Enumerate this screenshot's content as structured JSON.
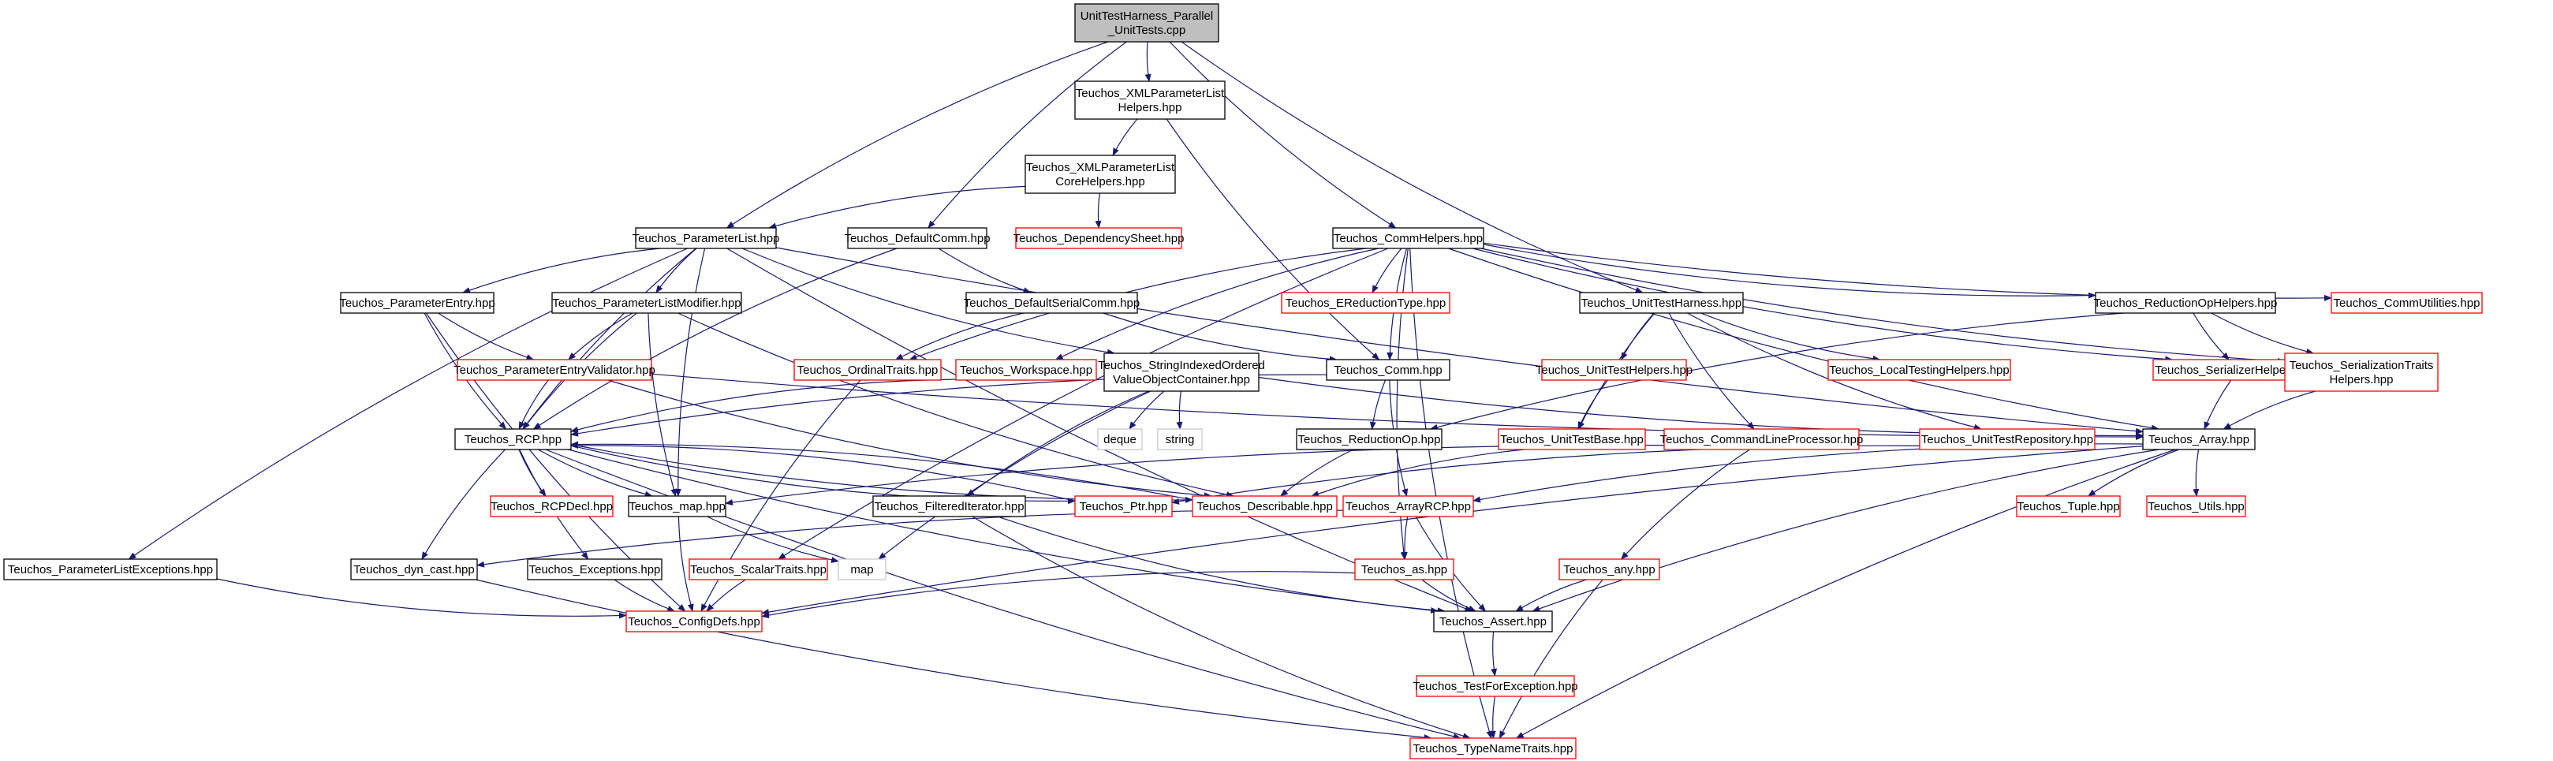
{
  "diagram": {
    "colors": {
      "edge": "#191970",
      "black_border": "#000000",
      "red_border": "#ff0000",
      "grey_border": "#c8c8c8",
      "root_fill": "#bfbfbf",
      "fill": "#ffffff"
    },
    "nodes": [
      {
        "id": "root",
        "lines": [
          "UnitTestHarness_Parallel",
          "_UnitTests.cpp"
        ],
        "style": "root"
      },
      {
        "id": "xmlhelpers",
        "lines": [
          "Teuchos_XMLParameterList",
          "Helpers.hpp"
        ],
        "style": "black"
      },
      {
        "id": "xmlcore",
        "lines": [
          "Teuchos_XMLParameterList",
          "CoreHelpers.hpp"
        ],
        "style": "black"
      },
      {
        "id": "depsheet",
        "lines": [
          "Teuchos_DependencySheet.hpp"
        ],
        "style": "red"
      },
      {
        "id": "paramlist",
        "lines": [
          "Teuchos_ParameterList.hpp"
        ],
        "style": "black"
      },
      {
        "id": "defaultcomm",
        "lines": [
          "Teuchos_DefaultComm.hpp"
        ],
        "style": "black"
      },
      {
        "id": "commhelpers",
        "lines": [
          "Teuchos_CommHelpers.hpp"
        ],
        "style": "black"
      },
      {
        "id": "unittestharness",
        "lines": [
          "Teuchos_UnitTestHarness.hpp"
        ],
        "style": "black"
      },
      {
        "id": "reductionophelpers",
        "lines": [
          "Teuchos_ReductionOpHelpers.hpp"
        ],
        "style": "black"
      },
      {
        "id": "commutilities",
        "lines": [
          "Teuchos_CommUtilities.hpp"
        ],
        "style": "red"
      },
      {
        "id": "paramentry",
        "lines": [
          "Teuchos_ParameterEntry.hpp"
        ],
        "style": "black"
      },
      {
        "id": "plmodifier",
        "lines": [
          "Teuchos_ParameterListModifier.hpp"
        ],
        "style": "black"
      },
      {
        "id": "defaultserialcomm",
        "lines": [
          "Teuchos_DefaultSerialComm.hpp"
        ],
        "style": "black"
      },
      {
        "id": "ereduction",
        "lines": [
          "Teuchos_EReductionType.hpp"
        ],
        "style": "red"
      },
      {
        "id": "pev",
        "lines": [
          "Teuchos_ParameterEntryValidator.hpp"
        ],
        "style": "red"
      },
      {
        "id": "ordinaltraits",
        "lines": [
          "Teuchos_OrdinalTraits.hpp"
        ],
        "style": "red"
      },
      {
        "id": "workspace",
        "lines": [
          "Teuchos_Workspace.hpp"
        ],
        "style": "red"
      },
      {
        "id": "stringindexed",
        "lines": [
          "Teuchos_StringIndexedOrdered",
          "ValueObjectContainer.hpp"
        ],
        "style": "black"
      },
      {
        "id": "comm",
        "lines": [
          "Teuchos_Comm.hpp"
        ],
        "style": "black"
      },
      {
        "id": "unittesthelpers",
        "lines": [
          "Teuchos_UnitTestHelpers.hpp"
        ],
        "style": "red"
      },
      {
        "id": "localtesting",
        "lines": [
          "Teuchos_LocalTestingHelpers.hpp"
        ],
        "style": "red"
      },
      {
        "id": "serializerhelpers",
        "lines": [
          "Teuchos_SerializerHelpers.hpp"
        ],
        "style": "red"
      },
      {
        "id": "serializationtraits",
        "lines": [
          "Teuchos_SerializationTraits",
          "Helpers.hpp"
        ],
        "style": "red"
      },
      {
        "id": "rcp",
        "lines": [
          "Teuchos_RCP.hpp"
        ],
        "style": "black"
      },
      {
        "id": "deque",
        "lines": [
          "deque"
        ],
        "style": "grey"
      },
      {
        "id": "string",
        "lines": [
          "string"
        ],
        "style": "grey"
      },
      {
        "id": "reductionop",
        "lines": [
          "Teuchos_ReductionOp.hpp"
        ],
        "style": "black"
      },
      {
        "id": "unittestbase",
        "lines": [
          "Teuchos_UnitTestBase.hpp"
        ],
        "style": "red"
      },
      {
        "id": "cmdline",
        "lines": [
          "Teuchos_CommandLineProcessor.hpp"
        ],
        "style": "red"
      },
      {
        "id": "unittestrepo",
        "lines": [
          "Teuchos_UnitTestRepository.hpp"
        ],
        "style": "red"
      },
      {
        "id": "array",
        "lines": [
          "Teuchos_Array.hpp"
        ],
        "style": "black"
      },
      {
        "id": "rcpdecl",
        "lines": [
          "Teuchos_RCPDecl.hpp"
        ],
        "style": "red"
      },
      {
        "id": "map",
        "lines": [
          "Teuchos_map.hpp"
        ],
        "style": "black"
      },
      {
        "id": "filtered",
        "lines": [
          "Teuchos_FilteredIterator.hpp"
        ],
        "style": "black"
      },
      {
        "id": "ptr",
        "lines": [
          "Teuchos_Ptr.hpp"
        ],
        "style": "red"
      },
      {
        "id": "describable",
        "lines": [
          "Teuchos_Describable.hpp"
        ],
        "style": "red"
      },
      {
        "id": "arrayrcp",
        "lines": [
          "Teuchos_ArrayRCP.hpp"
        ],
        "style": "red"
      },
      {
        "id": "tuple",
        "lines": [
          "Teuchos_Tuple.hpp"
        ],
        "style": "red"
      },
      {
        "id": "utils",
        "lines": [
          "Teuchos_Utils.hpp"
        ],
        "style": "red"
      },
      {
        "id": "plexceptions",
        "lines": [
          "Teuchos_ParameterListExceptions.hpp"
        ],
        "style": "black"
      },
      {
        "id": "dyncast",
        "lines": [
          "Teuchos_dyn_cast.hpp"
        ],
        "style": "black"
      },
      {
        "id": "exceptions",
        "lines": [
          "Teuchos_Exceptions.hpp"
        ],
        "style": "black"
      },
      {
        "id": "scalartraits",
        "lines": [
          "Teuchos_ScalarTraits.hpp"
        ],
        "style": "red"
      },
      {
        "id": "mapstd",
        "lines": [
          "map"
        ],
        "style": "grey"
      },
      {
        "id": "as",
        "lines": [
          "Teuchos_as.hpp"
        ],
        "style": "red"
      },
      {
        "id": "any",
        "lines": [
          "Teuchos_any.hpp"
        ],
        "style": "red"
      },
      {
        "id": "configdefs",
        "lines": [
          "Teuchos_ConfigDefs.hpp"
        ],
        "style": "red"
      },
      {
        "id": "assert",
        "lines": [
          "Teuchos_Assert.hpp"
        ],
        "style": "black"
      },
      {
        "id": "testforexception",
        "lines": [
          "Teuchos_TestForException.hpp"
        ],
        "style": "red"
      },
      {
        "id": "typenametraits",
        "lines": [
          "Teuchos_TypeNameTraits.hpp"
        ],
        "style": "red"
      }
    ],
    "edges": [
      [
        "root",
        "xmlhelpers"
      ],
      [
        "root",
        "paramlist"
      ],
      [
        "root",
        "defaultcomm"
      ],
      [
        "root",
        "commhelpers"
      ],
      [
        "root",
        "unittestharness"
      ],
      [
        "xmlhelpers",
        "xmlcore"
      ],
      [
        "xmlhelpers",
        "comm"
      ],
      [
        "xmlcore",
        "paramlist"
      ],
      [
        "xmlcore",
        "depsheet"
      ],
      [
        "paramlist",
        "paramentry"
      ],
      [
        "paramlist",
        "plmodifier"
      ],
      [
        "paramlist",
        "stringindexed"
      ],
      [
        "paramlist",
        "rcp"
      ],
      [
        "paramlist",
        "map"
      ],
      [
        "paramlist",
        "plexceptions"
      ],
      [
        "paramlist",
        "array"
      ],
      [
        "paramlist",
        "assert"
      ],
      [
        "defaultcomm",
        "defaultserialcomm"
      ],
      [
        "defaultcomm",
        "rcp"
      ],
      [
        "commhelpers",
        "comm"
      ],
      [
        "commhelpers",
        "reductionophelpers"
      ],
      [
        "commhelpers",
        "commutilities"
      ],
      [
        "commhelpers",
        "ereduction"
      ],
      [
        "commhelpers",
        "ordinaltraits"
      ],
      [
        "commhelpers",
        "workspace"
      ],
      [
        "commhelpers",
        "serializerhelpers"
      ],
      [
        "commhelpers",
        "serializationtraits"
      ],
      [
        "commhelpers",
        "array"
      ],
      [
        "commhelpers",
        "scalartraits"
      ],
      [
        "commhelpers",
        "as"
      ],
      [
        "commhelpers",
        "typenametraits"
      ],
      [
        "unittestharness",
        "unittesthelpers"
      ],
      [
        "unittestharness",
        "localtesting"
      ],
      [
        "unittestharness",
        "unittestbase"
      ],
      [
        "unittestharness",
        "cmdline"
      ],
      [
        "unittestharness",
        "unittestrepo"
      ],
      [
        "reductionophelpers",
        "reductionop"
      ],
      [
        "reductionophelpers",
        "serializerhelpers"
      ],
      [
        "reductionophelpers",
        "serializationtraits"
      ],
      [
        "paramentry",
        "pev"
      ],
      [
        "paramentry",
        "rcp"
      ],
      [
        "paramentry",
        "configdefs"
      ],
      [
        "plmodifier",
        "pev"
      ],
      [
        "plmodifier",
        "rcp"
      ],
      [
        "plmodifier",
        "map"
      ],
      [
        "plmodifier",
        "describable"
      ],
      [
        "defaultserialcomm",
        "comm"
      ],
      [
        "defaultserialcomm",
        "ordinaltraits"
      ],
      [
        "pev",
        "rcp"
      ],
      [
        "pev",
        "describable"
      ],
      [
        "pev",
        "array"
      ],
      [
        "ordinaltraits",
        "configdefs"
      ],
      [
        "workspace",
        "rcp"
      ],
      [
        "stringindexed",
        "deque"
      ],
      [
        "stringindexed",
        "string"
      ],
      [
        "stringindexed",
        "filtered"
      ],
      [
        "stringindexed",
        "array"
      ],
      [
        "stringindexed",
        "mapstd"
      ],
      [
        "comm",
        "reductionop"
      ],
      [
        "comm",
        "rcp"
      ],
      [
        "comm",
        "arrayrcp"
      ],
      [
        "unittesthelpers",
        "unittestbase"
      ],
      [
        "serializerhelpers",
        "array"
      ],
      [
        "serializationtraits",
        "array"
      ],
      [
        "rcp",
        "rcpdecl"
      ],
      [
        "rcp",
        "map"
      ],
      [
        "rcp",
        "ptr"
      ],
      [
        "rcp",
        "describable"
      ],
      [
        "rcp",
        "dyncast"
      ],
      [
        "rcp",
        "exceptions"
      ],
      [
        "rcp",
        "assert"
      ],
      [
        "rcp",
        "typenametraits"
      ],
      [
        "reductionop",
        "describable"
      ],
      [
        "unittestbase",
        "describable"
      ],
      [
        "cmdline",
        "map"
      ],
      [
        "cmdline",
        "any"
      ],
      [
        "unittestrepo",
        "ptr"
      ],
      [
        "array",
        "arrayrcp"
      ],
      [
        "array",
        "tuple"
      ],
      [
        "array",
        "utils"
      ],
      [
        "array",
        "assert"
      ],
      [
        "array",
        "typenametraits"
      ],
      [
        "array",
        "configdefs"
      ],
      [
        "map",
        "mapstd"
      ],
      [
        "map",
        "configdefs"
      ],
      [
        "filtered",
        "assert"
      ],
      [
        "filtered",
        "typenametraits"
      ],
      [
        "ptr",
        "rcp"
      ],
      [
        "describable",
        "rcp"
      ],
      [
        "arrayrcp",
        "as"
      ],
      [
        "arrayrcp",
        "dyncast"
      ],
      [
        "arrayrcp",
        "assert"
      ],
      [
        "plexceptions",
        "configdefs"
      ],
      [
        "dyncast",
        "typenametraits"
      ],
      [
        "exceptions",
        "configdefs"
      ],
      [
        "scalartraits",
        "configdefs"
      ],
      [
        "as",
        "configdefs"
      ],
      [
        "as",
        "assert"
      ],
      [
        "any",
        "assert"
      ],
      [
        "any",
        "typenametraits"
      ],
      [
        "assert",
        "testforexception"
      ],
      [
        "testforexception",
        "typenametraits"
      ]
    ]
  }
}
